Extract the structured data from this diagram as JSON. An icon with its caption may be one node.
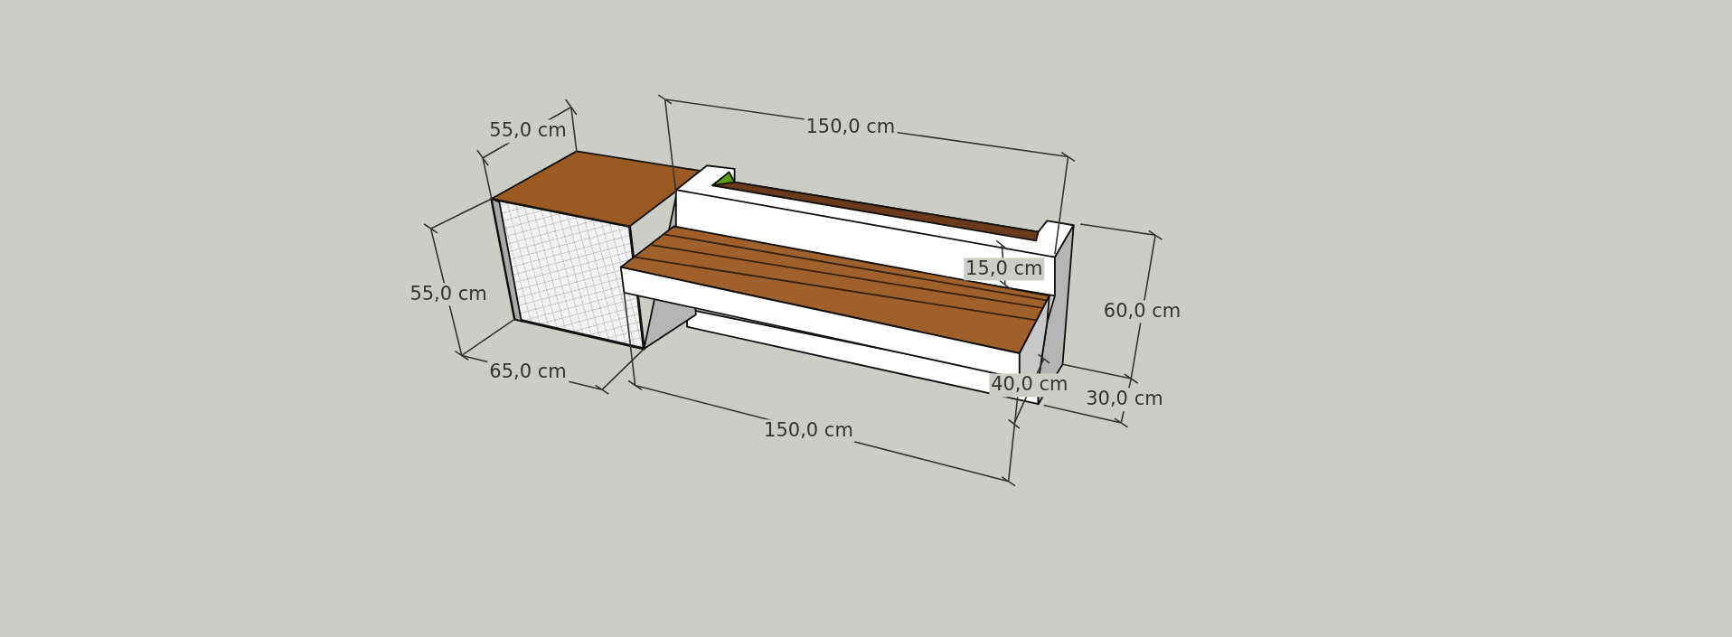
{
  "diagram": {
    "labels": [
      "150,0 cm",
      "55,0 cm",
      "15,0 cm",
      "55,0 cm",
      "60,0 cm",
      "65,0 cm",
      "40,0 cm",
      "30,0 cm",
      "150,0 cm"
    ]
  }
}
